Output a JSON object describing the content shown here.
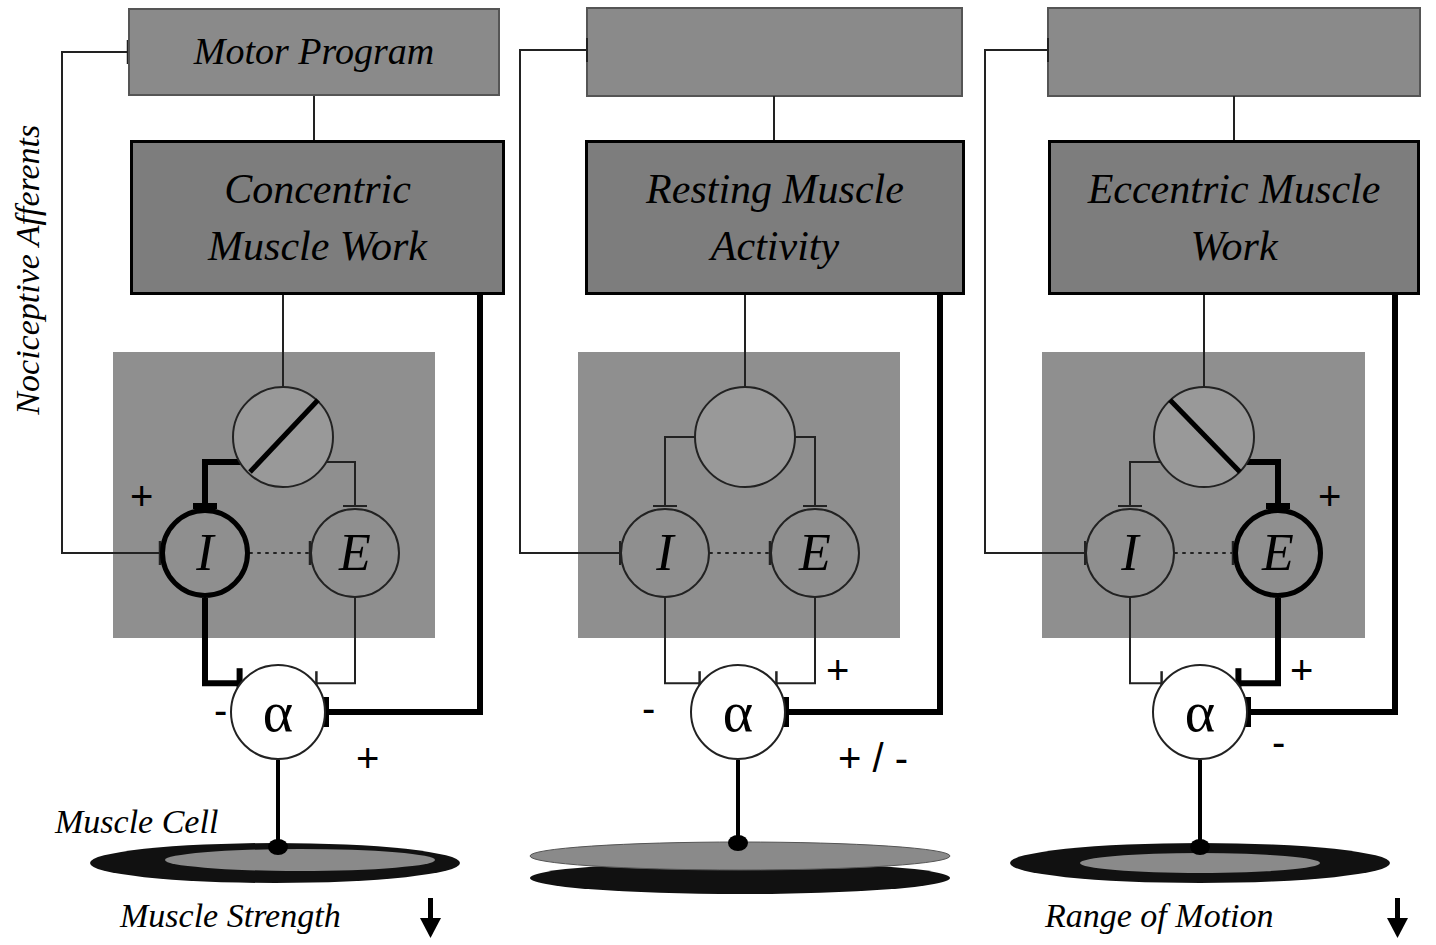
{
  "diagram": {
    "nodes": [
      {
        "text": [
          "Motor Program"
        ]
      },
      {
        "text": [
          "Concentric Muscle Work"
        ]
      },
      {
        "text": [
          "I"
        ]
      },
      {
        "text": [
          "E"
        ]
      },
      {
        "text": [
          "α"
        ]
      },
      {
        "text": [
          "Resting Muscle Activity"
        ]
      },
      {
        "text": [
          "I"
        ]
      },
      {
        "text": [
          "E"
        ]
      },
      {
        "text": [
          "α"
        ]
      },
      {
        "text": [
          "Eccentric Muscle Work"
        ]
      },
      {
        "text": [
          "I"
        ]
      },
      {
        "text": [
          "E"
        ]
      },
      {
        "text": [
          "α"
        ]
      }
    ],
    "edges": [
      {
        "from": 0,
        "to": 1,
        "arrow": "none"
      },
      {
        "from": 0,
        "to": 2,
        "arrow": "both"
      },
      {
        "from": 1,
        "to": 4,
        "arrow": "to"
      },
      {
        "from": 2,
        "to": 3,
        "arrow": "to"
      },
      {
        "from": 2,
        "to": 4,
        "arrow": "to"
      },
      {
        "from": 3,
        "to": 4,
        "arrow": "to"
      },
      {
        "from": 5,
        "to": 8,
        "arrow": "to"
      },
      {
        "from": 6,
        "to": 7,
        "arrow": "to"
      },
      {
        "from": 6,
        "to": 8,
        "arrow": "to"
      },
      {
        "from": 7,
        "to": 8,
        "arrow": "to"
      },
      {
        "from": 9,
        "to": 12,
        "arrow": "to"
      },
      {
        "from": 10,
        "to": 11,
        "arrow": "to"
      },
      {
        "from": 10,
        "to": 12,
        "arrow": "to"
      },
      {
        "from": 11,
        "to": 12,
        "arrow": "to"
      }
    ],
    "labels": [
      "Nociceptive Afferents",
      "+",
      "-",
      "+",
      "Muscle Cell",
      "Muscle Strength",
      "-",
      "+",
      "+ / -",
      "+",
      "+",
      "-",
      "Range of Motion"
    ]
  }
}
